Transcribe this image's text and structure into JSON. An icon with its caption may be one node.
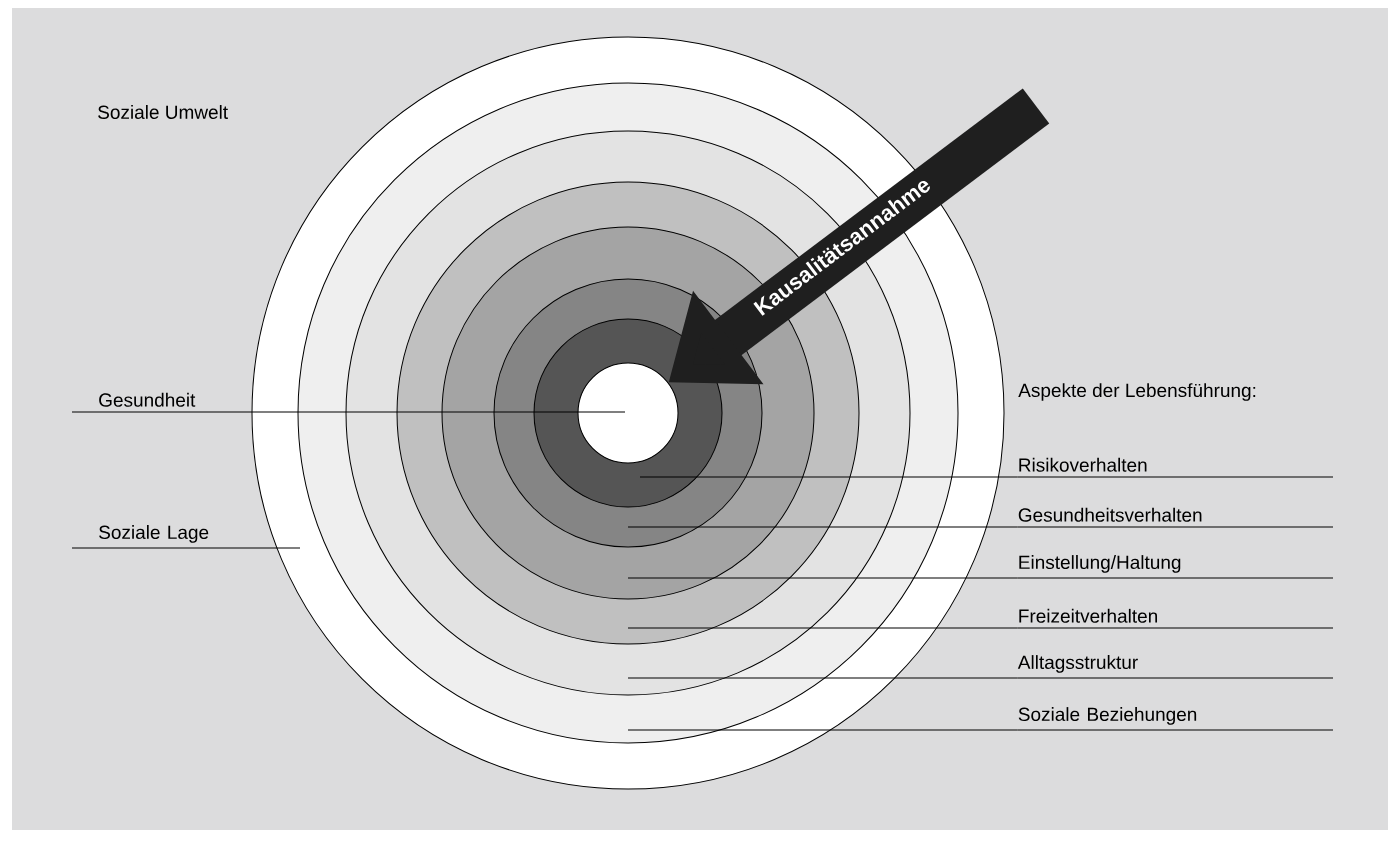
{
  "diagram": {
    "nodes": [
      {
        "text": [],
        "shape": "circle"
      },
      {
        "text": [],
        "shape": "circle",
        "in": 0
      },
      {
        "text": [],
        "shape": "circle",
        "in": 1
      },
      {
        "text": [],
        "shape": "circle",
        "in": 2
      },
      {
        "text": [],
        "shape": "circle",
        "in": 3
      },
      {
        "text": [],
        "shape": "circle",
        "in": 4
      },
      {
        "text": [],
        "shape": "circle",
        "in": 5
      },
      {
        "text": [],
        "shape": "circle",
        "in": 6
      },
      {
        "text": [
          "Gesundheit"
        ]
      },
      {
        "text": [
          "Soziale Lage"
        ]
      },
      {
        "text": [
          "Risikoverhalten"
        ]
      },
      {
        "text": [
          "Gesundheitsverhalten"
        ]
      },
      {
        "text": [
          "Einstellung/Haltung"
        ]
      },
      {
        "text": [
          "Freizeitverhalten"
        ]
      },
      {
        "text": [
          "Alltagsstruktur"
        ]
      },
      {
        "text": [
          "Soziale Beziehungen"
        ]
      }
    ],
    "edges": [
      {
        "from": 8,
        "to": 7,
        "arrow": "none"
      },
      {
        "from": 9,
        "to": 0,
        "arrow": "none"
      },
      {
        "from": 10,
        "to": 6,
        "arrow": "none"
      },
      {
        "from": 11,
        "to": 5,
        "arrow": "none"
      },
      {
        "from": 12,
        "to": 4,
        "arrow": "none"
      },
      {
        "from": 13,
        "to": 3,
        "arrow": "none"
      },
      {
        "from": 14,
        "to": 2,
        "arrow": "none"
      },
      {
        "from": 15,
        "to": 1,
        "arrow": "none"
      },
      {
        "from": null,
        "to": 7,
        "arrow": "to",
        "label": "Kausalitätsannahme",
        "style": "thick"
      }
    ],
    "labels": [
      "Soziale Umwelt",
      "Aspekte der Lebensführung:"
    ]
  }
}
